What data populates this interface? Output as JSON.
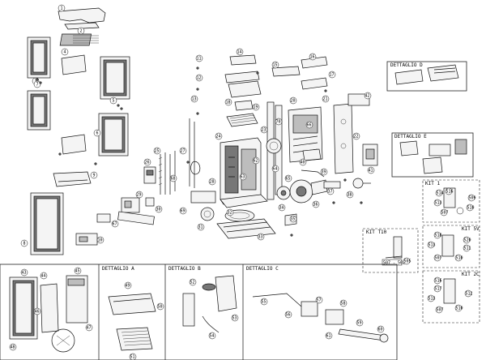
{
  "details": {
    "a": "DETTAGLIO A",
    "b": "DETTAGLIO B",
    "c": "DETTAGLIO C",
    "d": "DETTAGLIO D",
    "e": "DETTAGLIO E"
  },
  "kits": {
    "k1": "KIT 1",
    "k2": "KIT T10",
    "k3": "KIT 5V",
    "k4": "KIT 2C"
  },
  "part_numbers": {
    "p507": "507",
    "p502": "502",
    "p505": "505",
    "p507_502": "507 - 502",
    "p509": "509",
    "p510": "510",
    "p511": "511",
    "p512": "512",
    "p513": "513",
    "p514": "514",
    "p516": "516",
    "p517": "517",
    "p518": "518",
    "p520": "520",
    "p1": "1",
    "p2": "2",
    "p3": "3",
    "p4": "4",
    "p5": "5",
    "p6": "6",
    "p7": "7",
    "p8": "8",
    "p9": "9",
    "p10": "10",
    "p11": "11",
    "p12": "12",
    "p13": "13",
    "p14": "14",
    "p15": "15",
    "p16": "16",
    "p17": "17",
    "p18": "18",
    "p19": "19",
    "p20": "20",
    "p21": "21",
    "p22": "22",
    "p23": "23",
    "p24": "24",
    "p25": "25",
    "p26": "26",
    "p27": "27",
    "p28": "28",
    "p29": "29",
    "p30": "30",
    "p31": "31",
    "p32": "32",
    "p33": "33",
    "p34": "34",
    "p35": "35",
    "p36": "36",
    "p37": "37",
    "p38": "38",
    "p39": "39",
    "p40": "40",
    "p41": "41",
    "p42": "42",
    "p43": "43",
    "p44": "44",
    "p45": "45",
    "p46": "46",
    "p47": "47",
    "p48": "48",
    "p49": "49",
    "p50": "50",
    "p51": "51",
    "p52": "52",
    "p53": "53",
    "p54": "54",
    "p55": "55",
    "p56": "56",
    "p57": "57",
    "p58": "58",
    "p59": "59",
    "p60": "60",
    "p61": "61",
    "p62": "62",
    "p63": "63",
    "p64": "64",
    "p65": "65",
    "p66": "66",
    "p67": "67",
    "p68": "68",
    "p69": "69",
    "p70": "70"
  }
}
